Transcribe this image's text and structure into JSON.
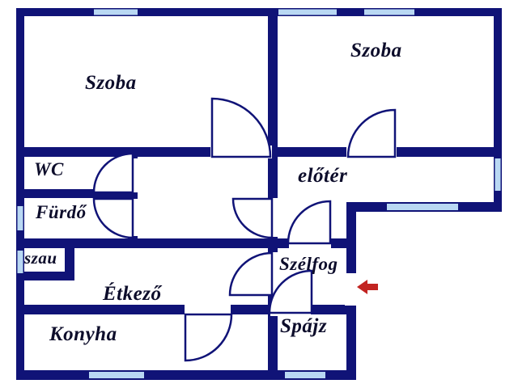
{
  "page": {
    "type": "apartment-floor-plan"
  },
  "colors": {
    "wall": "#101377",
    "window": "#b9d8f3",
    "background": "#ffffff",
    "door_fill": "#ffffff",
    "arrow": "#c22421",
    "label_text": "#0d0d2b"
  },
  "rooms": [
    {
      "id": "szoba-1",
      "label": "Szoba"
    },
    {
      "id": "szoba-2",
      "label": "Szoba"
    },
    {
      "id": "wc",
      "label": "WC"
    },
    {
      "id": "furdo",
      "label": "Fürdő"
    },
    {
      "id": "szauna",
      "label": "szau"
    },
    {
      "id": "etkezo",
      "label": "Étkező"
    },
    {
      "id": "konyha",
      "label": "Konyha"
    },
    {
      "id": "eloter",
      "label": "előtér"
    },
    {
      "id": "szelfogo",
      "label": "Szélfog"
    },
    {
      "id": "spajz",
      "label": "Spájz"
    }
  ],
  "markers": {
    "entrance_arrow_direction": "left"
  }
}
